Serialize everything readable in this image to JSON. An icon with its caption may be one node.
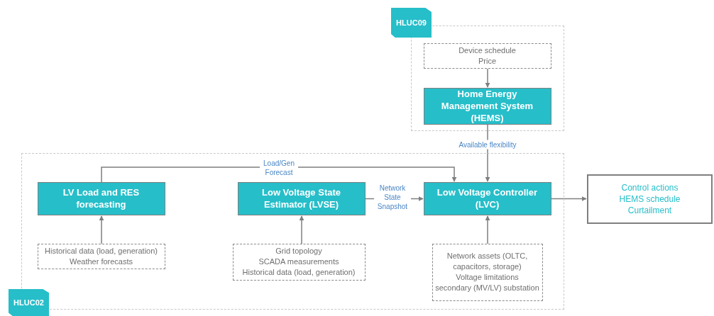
{
  "diagram": {
    "nodes": [
      {
        "text": [
          "HLUC09"
        ]
      },
      {
        "text": [],
        "shape": "box"
      },
      {
        "text": [
          "Device schedule",
          "Price"
        ],
        "in": 1
      },
      {
        "text": [
          "Home Energy Management System (HEMS)"
        ],
        "in": 1
      },
      {
        "text": [],
        "shape": "box"
      },
      {
        "text": [
          "LV Load and RES forecasting"
        ],
        "in": 4
      },
      {
        "text": [
          "Low Voltage State Estimator (LVSE)"
        ],
        "in": 4
      },
      {
        "text": [
          "Low Voltage Controller (LVC)"
        ],
        "in": 4
      },
      {
        "text": [
          "Control actions",
          "HEMS schedule",
          "Curtailment"
        ]
      },
      {
        "text": [
          "Historical data (load, generation)",
          "Weather forecasts"
        ],
        "in": 4
      },
      {
        "text": [
          "Grid topology",
          "SCADA measurements",
          "Historical data (load, generation)"
        ],
        "in": 4
      },
      {
        "text": [
          "Network assets (OLTC, capacitors, storage)",
          "Voltage limitations",
          "secondary (MV/LV) substation"
        ],
        "in": 4
      },
      {
        "text": [
          "HLUC02"
        ]
      }
    ],
    "edges": [
      {
        "from": 2,
        "to": 3,
        "arrow": "to"
      },
      {
        "from": 3,
        "to": 7,
        "arrow": "to",
        "label": "Available flexibility"
      },
      {
        "from": 5,
        "to": 7,
        "arrow": "to",
        "label": "Load/Gen Forecast"
      },
      {
        "from": 6,
        "to": 7,
        "arrow": "to",
        "label": "Network State Snapshot"
      },
      {
        "from": 7,
        "to": 8,
        "arrow": "to"
      },
      {
        "from": 9,
        "to": 5,
        "arrow": "to"
      },
      {
        "from": 10,
        "to": 6,
        "arrow": "to"
      },
      {
        "from": 11,
        "to": 7,
        "arrow": "to"
      }
    ]
  }
}
